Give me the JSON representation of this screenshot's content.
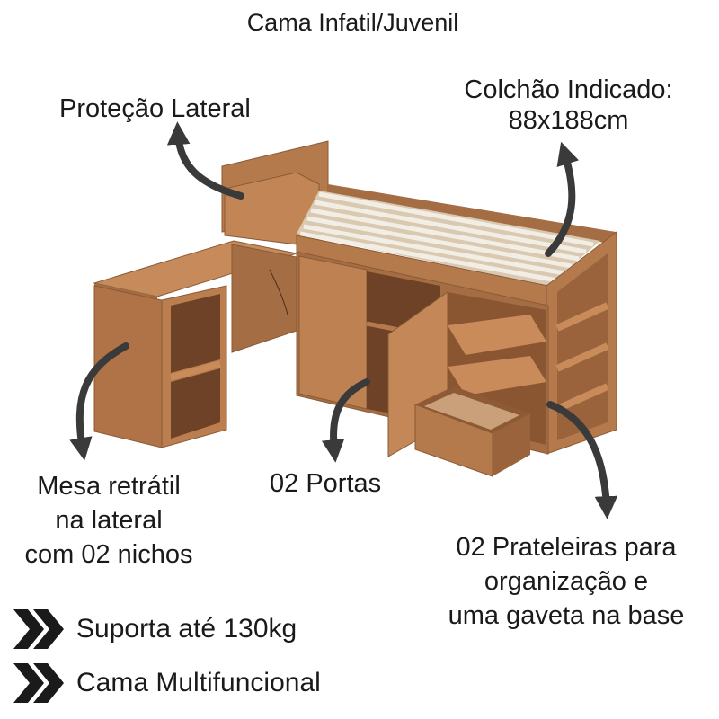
{
  "title": "Cama Infatil/Juvenil",
  "labels": {
    "protecao": "Proteção Lateral",
    "colchao_line1": "Colchão Indicado:",
    "colchao_line2": "88x188cm",
    "mesa_line1": "Mesa retrátil",
    "mesa_line2": "na lateral",
    "mesa_line3": "com 02 nichos",
    "portas": "02 Portas",
    "prateleiras_line1": "02 Prateleiras para",
    "prateleiras_line2": "organização e",
    "prateleiras_line3": "uma gaveta na base"
  },
  "features": [
    {
      "text": "Suporta até 130kg",
      "icon": "double-chevron-right-icon"
    },
    {
      "text": "Cama Multifuncional",
      "icon": "double-chevron-right-icon"
    }
  ],
  "colors": {
    "wood": "#b07347",
    "wood_light": "#c98b5a",
    "wood_dark": "#7e4d2c",
    "slat": "#eae4d8",
    "arrow": "#3a3a3a"
  }
}
